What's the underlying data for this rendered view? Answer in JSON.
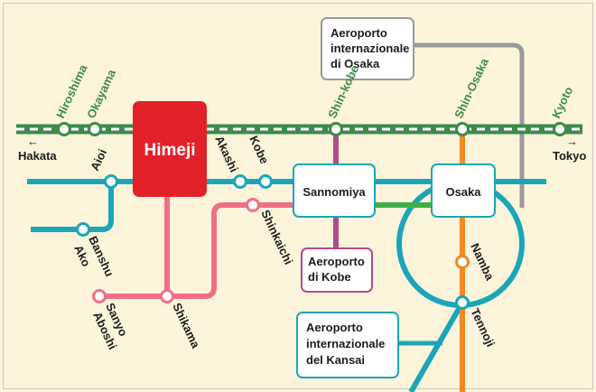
{
  "colors": {
    "background": "#fdf4dc",
    "frame": "#c8c8c8",
    "shinkansen": "#3c8a4c",
    "jr_line": "#1aa6b7",
    "sanyo_line": "#ef6f86",
    "kobe_airport_line": "#b04c8c",
    "midosuji_orange": "#f08a24",
    "kansai_green": "#3fae49",
    "airport_link_grey": "#9a9a9a",
    "himeji": "#e3212b"
  },
  "shinkansen_stations": {
    "hiroshima": "Hiroshima",
    "okayama": "Okayama",
    "shin_kobe": "Shin-kobe",
    "shin_osaka": "Shin-Osaka",
    "kyoto": "Kyoto"
  },
  "directions": {
    "left_arrow": "←",
    "left_city": "Hakata",
    "right_arrow": "→",
    "right_city": "Tokyo"
  },
  "stations": {
    "aioi": "Aioi",
    "akashi": "Akashi",
    "kobe": "Kobe",
    "shinkaichi": "Shinkaichi",
    "banshu_ako_line1": "Banshu",
    "banshu_ako_line2": "Ako",
    "sanyo_aboshi_line1": "Sanyo",
    "sanyo_aboshi_line2": "Aboshi",
    "shikama": "Shikama",
    "namba": "Namba",
    "tennoji": "Tennoji"
  },
  "hubs": {
    "himeji": "Himeji",
    "sannomiya": "Sannomiya",
    "osaka": "Osaka"
  },
  "airports": {
    "osaka_line1": "Aeroporto",
    "osaka_line2": "internazionale",
    "osaka_line3": "di Osaka",
    "kobe_line1": "Aeroporto",
    "kobe_line2": "di Kobe",
    "kansai_line1": "Aeroporto",
    "kansai_line2": "internazionale",
    "kansai_line3": "del Kansai"
  }
}
